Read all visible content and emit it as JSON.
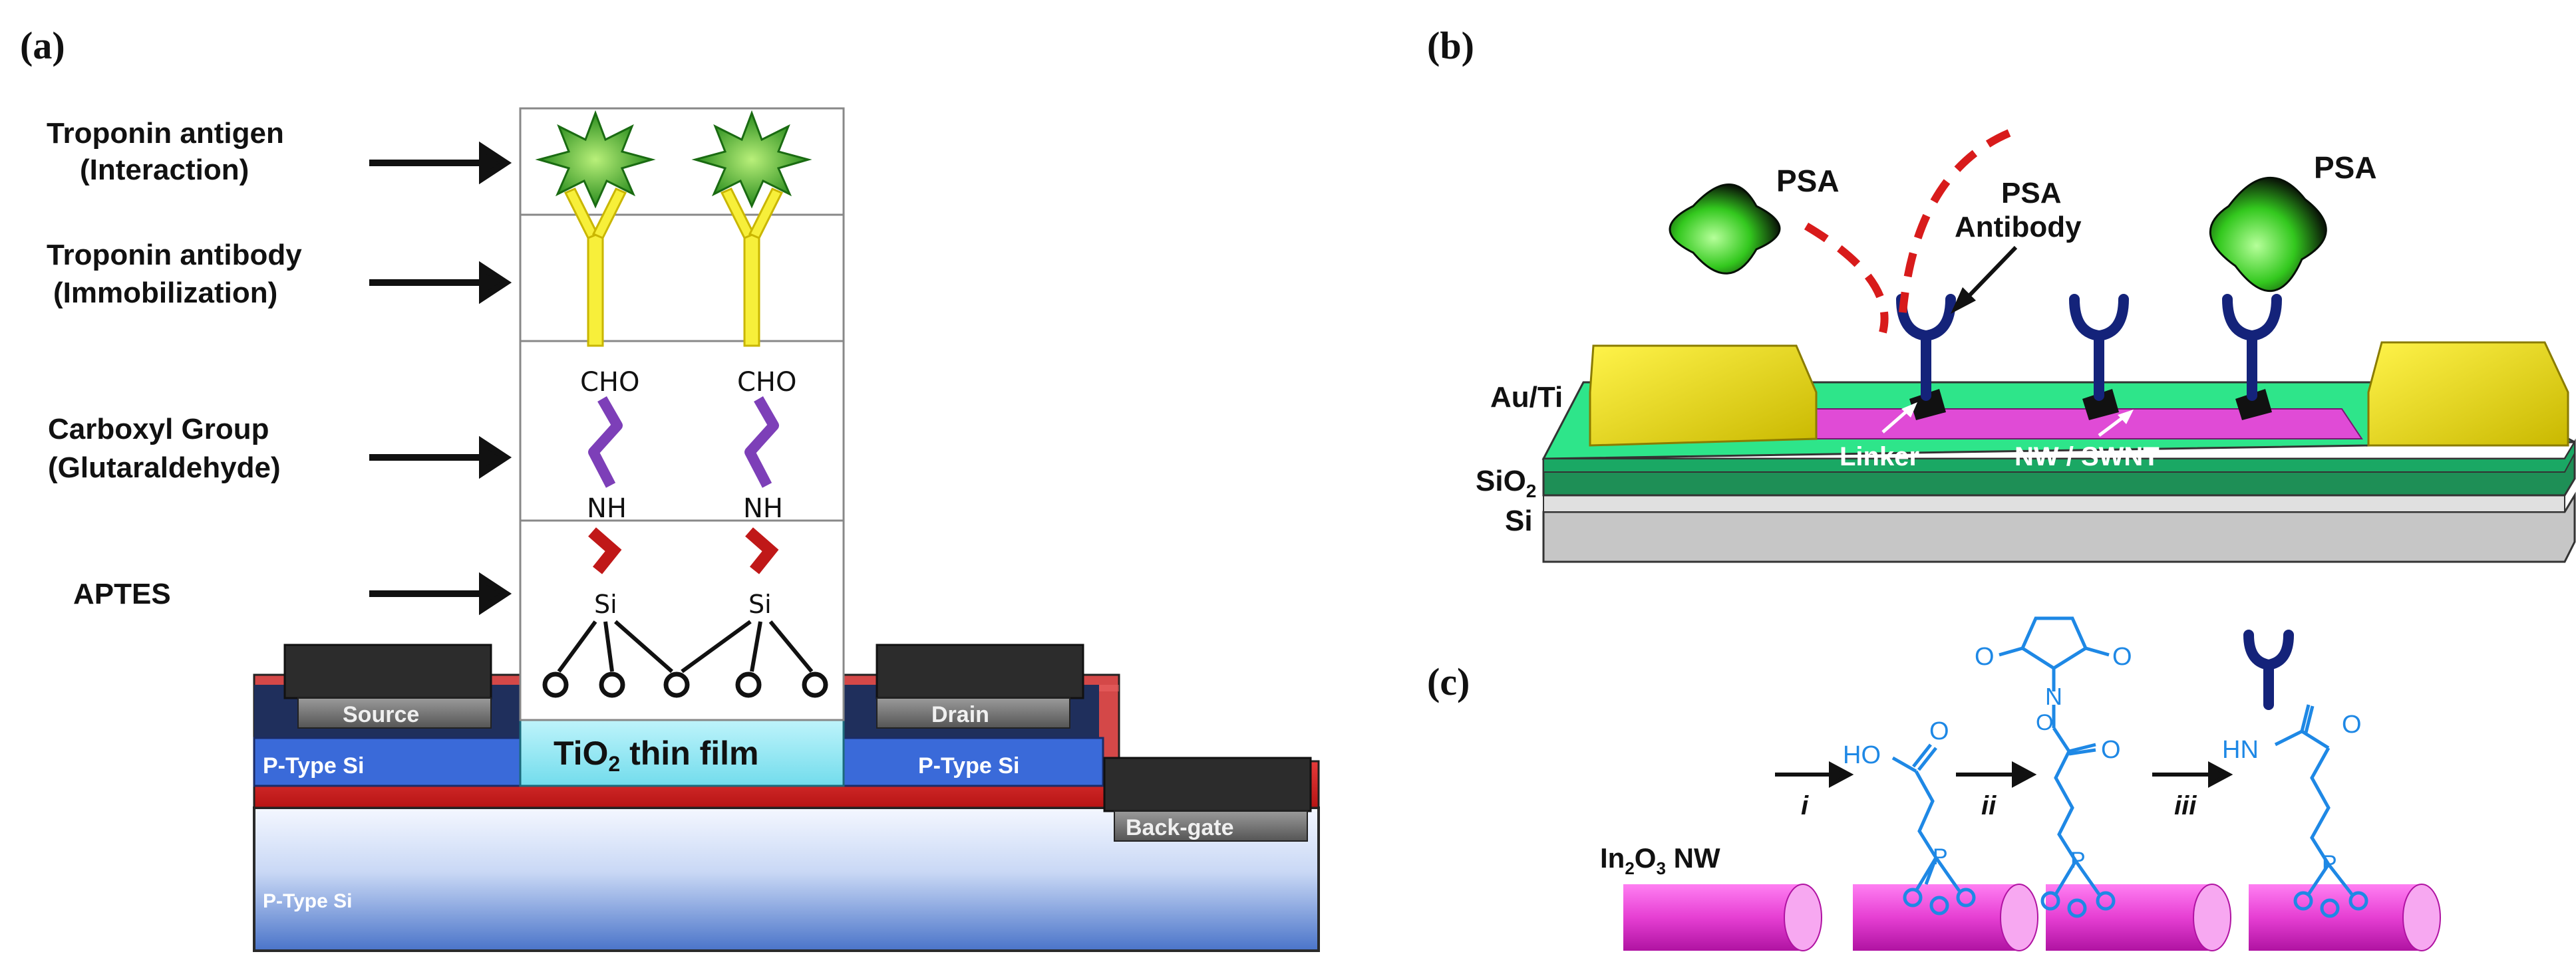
{
  "panels": {
    "a": {
      "panel_label": "(a)",
      "labels": {
        "antigen_line1": "Troponin antigen",
        "antigen_line2": "(Interaction)",
        "antibody_line1": "Troponin antibody",
        "antibody_line2": "(Immobilization)",
        "carboxyl_line1": "Carboxyl Group",
        "carboxyl_line2": "(Glutaraldehyde)",
        "aptes": "APTES"
      },
      "chem": {
        "cho": "CHO",
        "nh": "NH",
        "si": "Si"
      },
      "device": {
        "source": "Source",
        "drain": "Drain",
        "back_gate": "Back-gate",
        "ptype_left": "P-Type Si",
        "ptype_right": "P-Type Si",
        "ptype_bottom": "P-Type Si",
        "film_main": "TiO",
        "film_sub": "2",
        "film_rest": " thin film"
      }
    },
    "b": {
      "panel_label": "(b)",
      "psa_left": "PSA",
      "psa_right": "PSA",
      "psa_antibody_line1": "PSA",
      "psa_antibody_line2": "Antibody",
      "au_ti": "Au/Ti",
      "linker": "Linker",
      "nw_swnt": "NW / SWNT",
      "sio2_main": "SiO",
      "sio2_sub": "2",
      "si": "Si"
    },
    "c": {
      "panel_label": "(c)",
      "nw_main": "In",
      "nw_sub1": "2",
      "nw_mid": "O",
      "nw_sub2": "3",
      "nw_rest": " NW",
      "step_i": "i",
      "step_ii": "ii",
      "step_iii": "iii",
      "ho": "HO",
      "hn": "HN",
      "o": "O",
      "n": "N",
      "p": "P"
    }
  }
}
